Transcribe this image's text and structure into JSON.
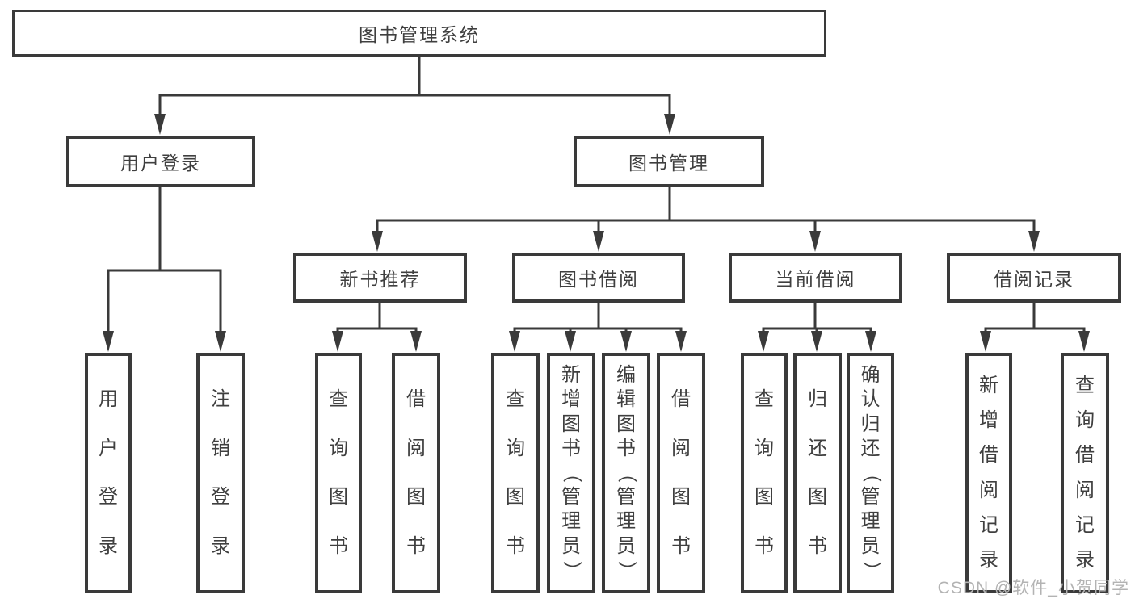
{
  "tree": {
    "root": "图书管理系统",
    "branches": [
      {
        "label": "用户登录",
        "children": [
          "用户登录",
          "注销登录"
        ]
      },
      {
        "label": "图书管理",
        "groups": [
          {
            "label": "新书推荐",
            "children": [
              "查询图书",
              "借阅图书"
            ]
          },
          {
            "label": "图书借阅",
            "children": [
              "查询图书",
              "新增图书（管理员）",
              "编辑图书（管理员）",
              "借阅图书"
            ]
          },
          {
            "label": "当前借阅",
            "children": [
              "查询图书",
              "归还图书",
              "确认归还（管理员）"
            ]
          },
          {
            "label": "借阅记录",
            "children": [
              "新增借阅记录",
              "查询借阅记录"
            ]
          }
        ]
      }
    ]
  },
  "watermark": {
    "text": "CSDN @软件_小贺同学"
  },
  "colors": {
    "line": "#3a3a3a",
    "text": "#3f3f3f",
    "background": "#ffffff",
    "watermark": "#b3b3b3"
  }
}
